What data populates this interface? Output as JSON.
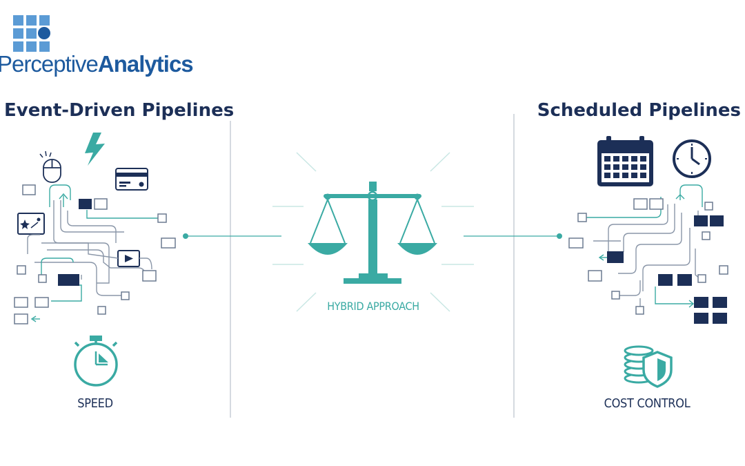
{
  "logo": {
    "text_light": "Perceptive",
    "text_bold": "Analytics"
  },
  "left": {
    "title": "Event-Driven Pipelines",
    "caption": "SPEED"
  },
  "center": {
    "caption": "HYBRID APPROACH"
  },
  "right": {
    "title": "Scheduled Pipelines",
    "caption": "COST CONTROL"
  },
  "colors": {
    "navy": "#1c2f57",
    "teal": "#3aaaa3",
    "logo_blue": "#1d5a9e",
    "logo_light": "#5b9bd5",
    "divider": "#c7cdd6"
  }
}
